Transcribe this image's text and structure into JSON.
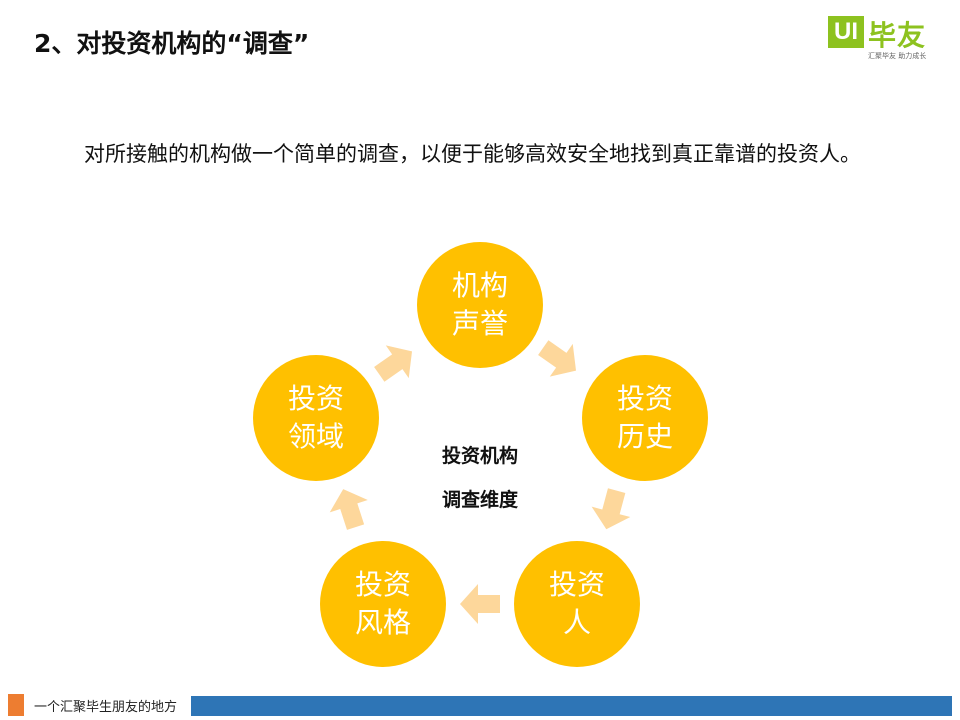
{
  "title": "2、对投资机构的“调查”",
  "logo": {
    "mark": "UI",
    "name": "毕友",
    "tagline": "汇聚毕友 助力成长"
  },
  "intro": "对所接触的机构做一个简单的调查，以便于能够高效安全地找到真正靠谱的投资人。",
  "cycle": {
    "center_line1": "投资机构",
    "center_line2": "调查维度",
    "items": [
      {
        "line1": "机构",
        "line2": "声誉"
      },
      {
        "line1": "投资",
        "line2": "历史"
      },
      {
        "line1": "投资",
        "line2": "人"
      },
      {
        "line1": "投资",
        "line2": "风格"
      },
      {
        "line1": "投资",
        "line2": "领域"
      }
    ]
  },
  "footer": {
    "text": "一个汇聚毕生朋友的地方"
  },
  "colors": {
    "circle": "#ffc000",
    "arrow": "#fdd79b",
    "footer_bar": "#2e75b6",
    "footer_square": "#ed7d31",
    "logo": "#8dc21f"
  }
}
